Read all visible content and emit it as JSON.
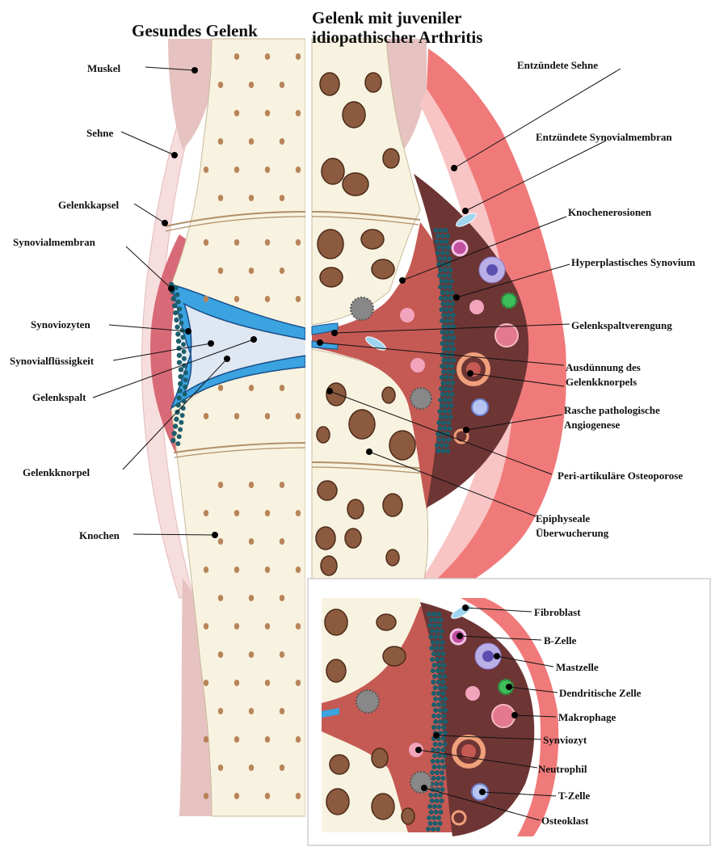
{
  "titles": {
    "healthy": "Gesundes Gelenk",
    "jia_line1": "Gelenk mit juveniler",
    "jia_line2": "idiopathischer Arthritis"
  },
  "left_labels": {
    "muskel": "Muskel",
    "sehne": "Sehne",
    "gelenkkapsel": "Gelenkkapsel",
    "synovialmembran": "Synovialmembran",
    "synoviozyten": "Synoviozyten",
    "synovialfluessigkeit": "Synovialflüssigkeit",
    "gelenkspalt": "Gelenkspalt",
    "gelenkknorpel": "Gelenkknorpel",
    "knochen": "Knochen"
  },
  "right_labels": {
    "entzuendete_sehne": "Entzündete Sehne",
    "entzuendete_synovialmembran": "Entzündete Synovialmembran",
    "knochenerosionen": "Knochenerosionen",
    "hyperplastisches_synovium": "Hyperplastisches Synovium",
    "gelenkspaltverengung": "Gelenkspaltverengung",
    "ausduennung_1": "Ausdünnung des",
    "ausduennung_2": "Gelenkknorpels",
    "angiogenese_1": "Rasche pathologische",
    "angiogenese_2": "Angiogenese",
    "osteoporose": "Peri-artikuläre Osteoporose",
    "epiphyseale_1": "Epiphyseale",
    "epiphyseale_2": "Überwucherung"
  },
  "legend_labels": {
    "fibroblast": "Fibroblast",
    "b_zelle": "B-Zelle",
    "mastzelle": "Mastzelle",
    "dendritische_zelle": "Dendritische Zelle",
    "makrophage": "Makrophage",
    "synviozyt": "Synviozyt",
    "neutrophil": "Neutrophil",
    "t_zelle": "T-Zelle",
    "osteoklast": "Osteoklast"
  },
  "colors": {
    "bone": "#f8f3e0",
    "bone_spot": "#b9845a",
    "muscle": "#e8c2c0",
    "tendon_inflamed": "#f07a7a",
    "capsule": "#d96a78",
    "synovium": "#b84a4a",
    "synovium_dark": "#6e3535",
    "cartilage": "#3aa3e0",
    "fluid": "#dde6f2",
    "synoviocyte": "#1d5e6c",
    "erosion_spot": "#8c5a3f"
  }
}
